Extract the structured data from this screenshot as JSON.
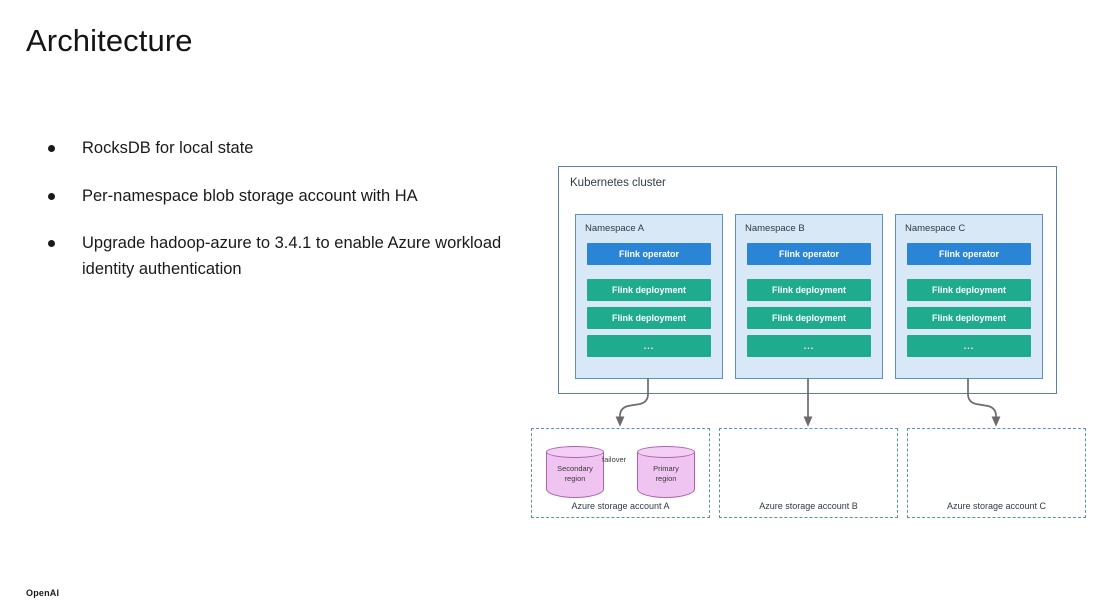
{
  "slide": {
    "title": "Architecture",
    "footer_logo": "OpenAI"
  },
  "bullets": [
    {
      "text": "RocksDB for local state"
    },
    {
      "text": "Per-namespace blob storage account with HA"
    },
    {
      "text": "Upgrade hadoop-azure to 3.4.1 to enable Azure workload identity authentication"
    }
  ],
  "diagram": {
    "cluster": {
      "label": "Kubernetes cluster",
      "namespaces": [
        {
          "label": "Namespace A",
          "operator": "Flink operator",
          "deployments": [
            "Flink deployment",
            "Flink deployment"
          ],
          "ellipsis": "..."
        },
        {
          "label": "Namespace B",
          "operator": "Flink operator",
          "deployments": [
            "Flink deployment",
            "Flink deployment"
          ],
          "ellipsis": "..."
        },
        {
          "label": "Namespace C",
          "operator": "Flink operator",
          "deployments": [
            "Flink deployment",
            "Flink deployment"
          ],
          "ellipsis": "..."
        }
      ]
    },
    "storage_accounts": [
      {
        "label": "Azure storage account A",
        "secondary_region": "Secondary\nregion",
        "secondary_region_line1": "Secondary",
        "secondary_region_line2": "region",
        "primary_region_line1": "Primary",
        "primary_region_line2": "region",
        "failover_label": "failover"
      },
      {
        "label": "Azure storage account B"
      },
      {
        "label": "Azure storage account C"
      }
    ]
  },
  "colors": {
    "operator_blue": "#2b85d6",
    "deployment_teal": "#1fab8e",
    "namespace_fill": "#d9e8f6",
    "namespace_border": "#5b90c4",
    "cluster_border": "#5b7fa6",
    "cylinder_fill": "#f0c4f0",
    "cylinder_border": "#b15fb1",
    "connector_gray": "#6b6b6b"
  }
}
